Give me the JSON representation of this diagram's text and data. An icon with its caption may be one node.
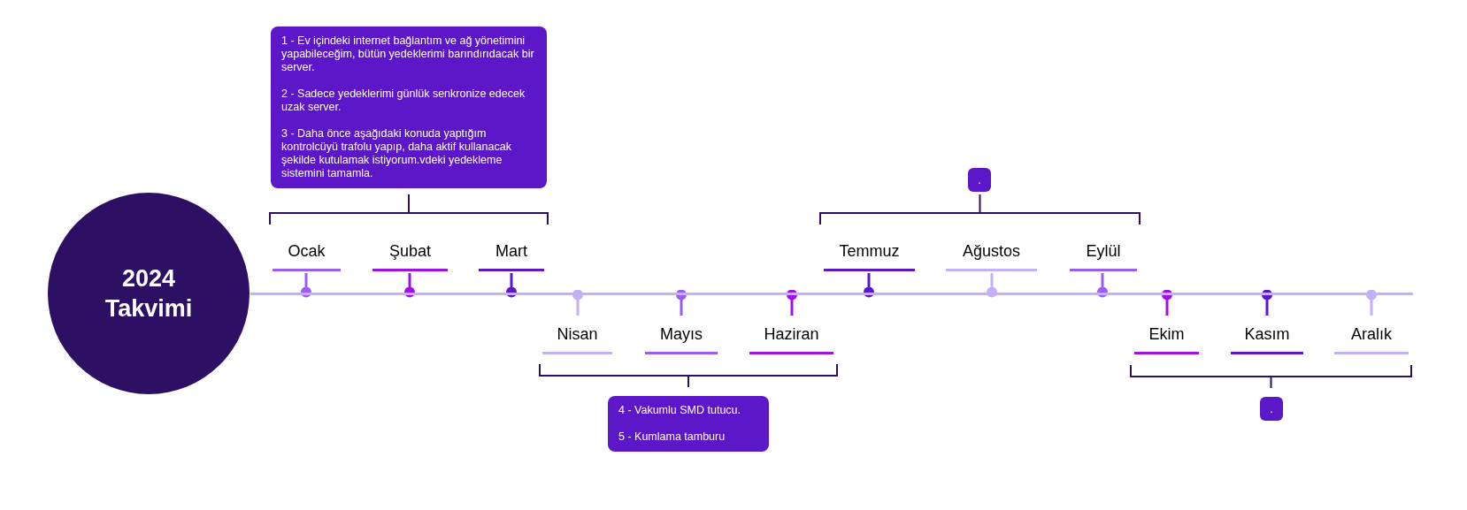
{
  "diagram": {
    "nodes": [
      {
        "text": [
          "2024 Takvimi"
        ]
      },
      {
        "text": [
          "1 - Ev içindeki internet bağlantım ve ağ yönetimini yapabileceğim, bütün yedeklerimi barındırıdacak bir server.",
          "2 - Sadece yedeklerimi günlük senkronize edecek uzak server.",
          "3 - Daha önce aşağıdaki konuda yaptığım kontrolcüyü trafolu yapıp, daha aktif kullanacak şekilde kutulamak istiyorum.vdeki yedekleme sistemini tamamla."
        ]
      },
      {
        "text": [
          "."
        ]
      },
      {
        "text": [
          "Ocak"
        ]
      },
      {
        "text": [
          "Şubat"
        ]
      },
      {
        "text": [
          "Mart"
        ]
      },
      {
        "text": [
          "Nisan"
        ]
      },
      {
        "text": [
          "Mayıs"
        ]
      },
      {
        "text": [
          "Haziran"
        ]
      },
      {
        "text": [
          "Temmuz"
        ]
      },
      {
        "text": [
          "Ağustos"
        ]
      },
      {
        "text": [
          "Eylül"
        ]
      },
      {
        "text": [
          "Ekim"
        ]
      },
      {
        "text": [
          "Kasım"
        ]
      },
      {
        "text": [
          "Aralık"
        ]
      },
      {
        "text": [
          "4 - Vakumlu SMD tutucu.",
          "5 - Kumlama tamburu"
        ]
      },
      {
        "text": [
          "."
        ]
      },
      {
        "text": [],
        "shape": "bar"
      }
    ],
    "edges": [
      {
        "from": 3,
        "to": 17,
        "arrow": "other",
        "color": "#9b5cf6"
      },
      {
        "from": 4,
        "to": 17,
        "arrow": "other",
        "color": "#a010e8"
      },
      {
        "from": 5,
        "to": 17,
        "arrow": "other",
        "color": "#5b17c8"
      },
      {
        "from": 6,
        "to": 17,
        "arrow": "other",
        "color": "#c4b0f8"
      },
      {
        "from": 7,
        "to": 17,
        "arrow": "other",
        "color": "#9b5cf6"
      },
      {
        "from": 8,
        "to": 17,
        "arrow": "other",
        "color": "#a010e8"
      },
      {
        "from": 9,
        "to": 17,
        "arrow": "other",
        "color": "#5b17c8"
      },
      {
        "from": 10,
        "to": 17,
        "arrow": "other",
        "color": "#c4b0f8"
      },
      {
        "from": 11,
        "to": 17,
        "arrow": "other",
        "color": "#9b5cf6"
      },
      {
        "from": 12,
        "to": 17,
        "arrow": "other",
        "color": "#a010e8"
      },
      {
        "from": 13,
        "to": 17,
        "arrow": "other",
        "color": "#5b17c8"
      },
      {
        "from": 14,
        "to": 17,
        "arrow": "other",
        "color": "#c4b0f8"
      }
    ]
  }
}
